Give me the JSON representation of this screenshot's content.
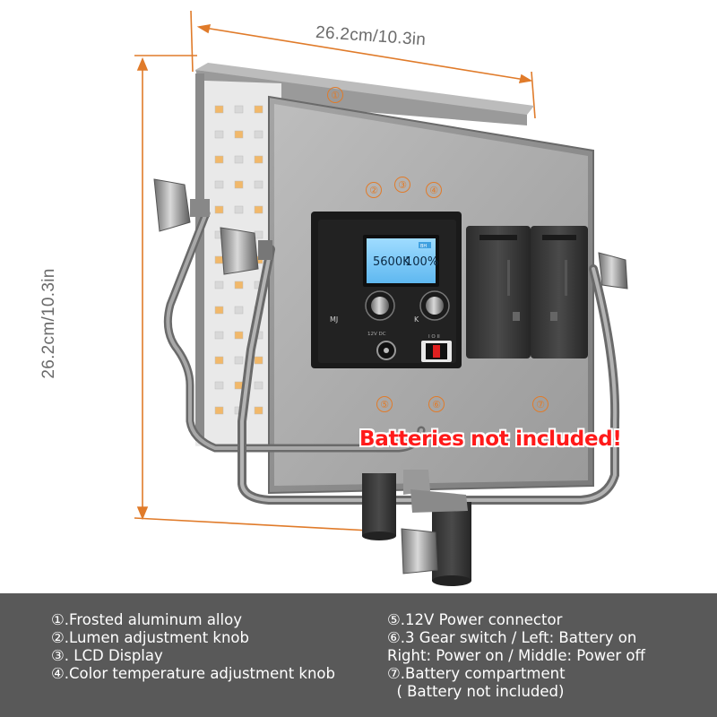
{
  "dimensions": {
    "width_label": "26.2cm/10.3in",
    "height_label": "26.2cm/10.3in"
  },
  "callouts": [
    "①",
    "②",
    "③",
    "④",
    "⑤",
    "⑥",
    "⑦"
  ],
  "lcd": {
    "left_reading": "5600K",
    "right_reading": "100%",
    "small_label": "BH"
  },
  "panel_labels": {
    "left_knob": "MJ",
    "right_knob": "K",
    "power_input": "12V DC",
    "switch_marks": "I O II"
  },
  "warning": "Batteries not included!",
  "legend": {
    "left": [
      "①.Frosted aluminum alloy",
      "②.Lumen adjustment knob",
      "③. LCD Display",
      "④.Color temperature adjustment knob"
    ],
    "right": [
      "⑤.12V Power connector",
      "⑥.3 Gear switch / Left: Battery on",
      "Right: Power on / Middle: Power off",
      "⑦.Battery compartment",
      "  ( Battery not included)"
    ]
  },
  "colors": {
    "dimension_lines": "#e07b2a",
    "warning_text": "#ff1a1a",
    "legend_bg": "#595959",
    "panel_frame": "#8c8c8c",
    "control_board": "#1a1a1a",
    "lcd_screen": "#7fcfff"
  }
}
